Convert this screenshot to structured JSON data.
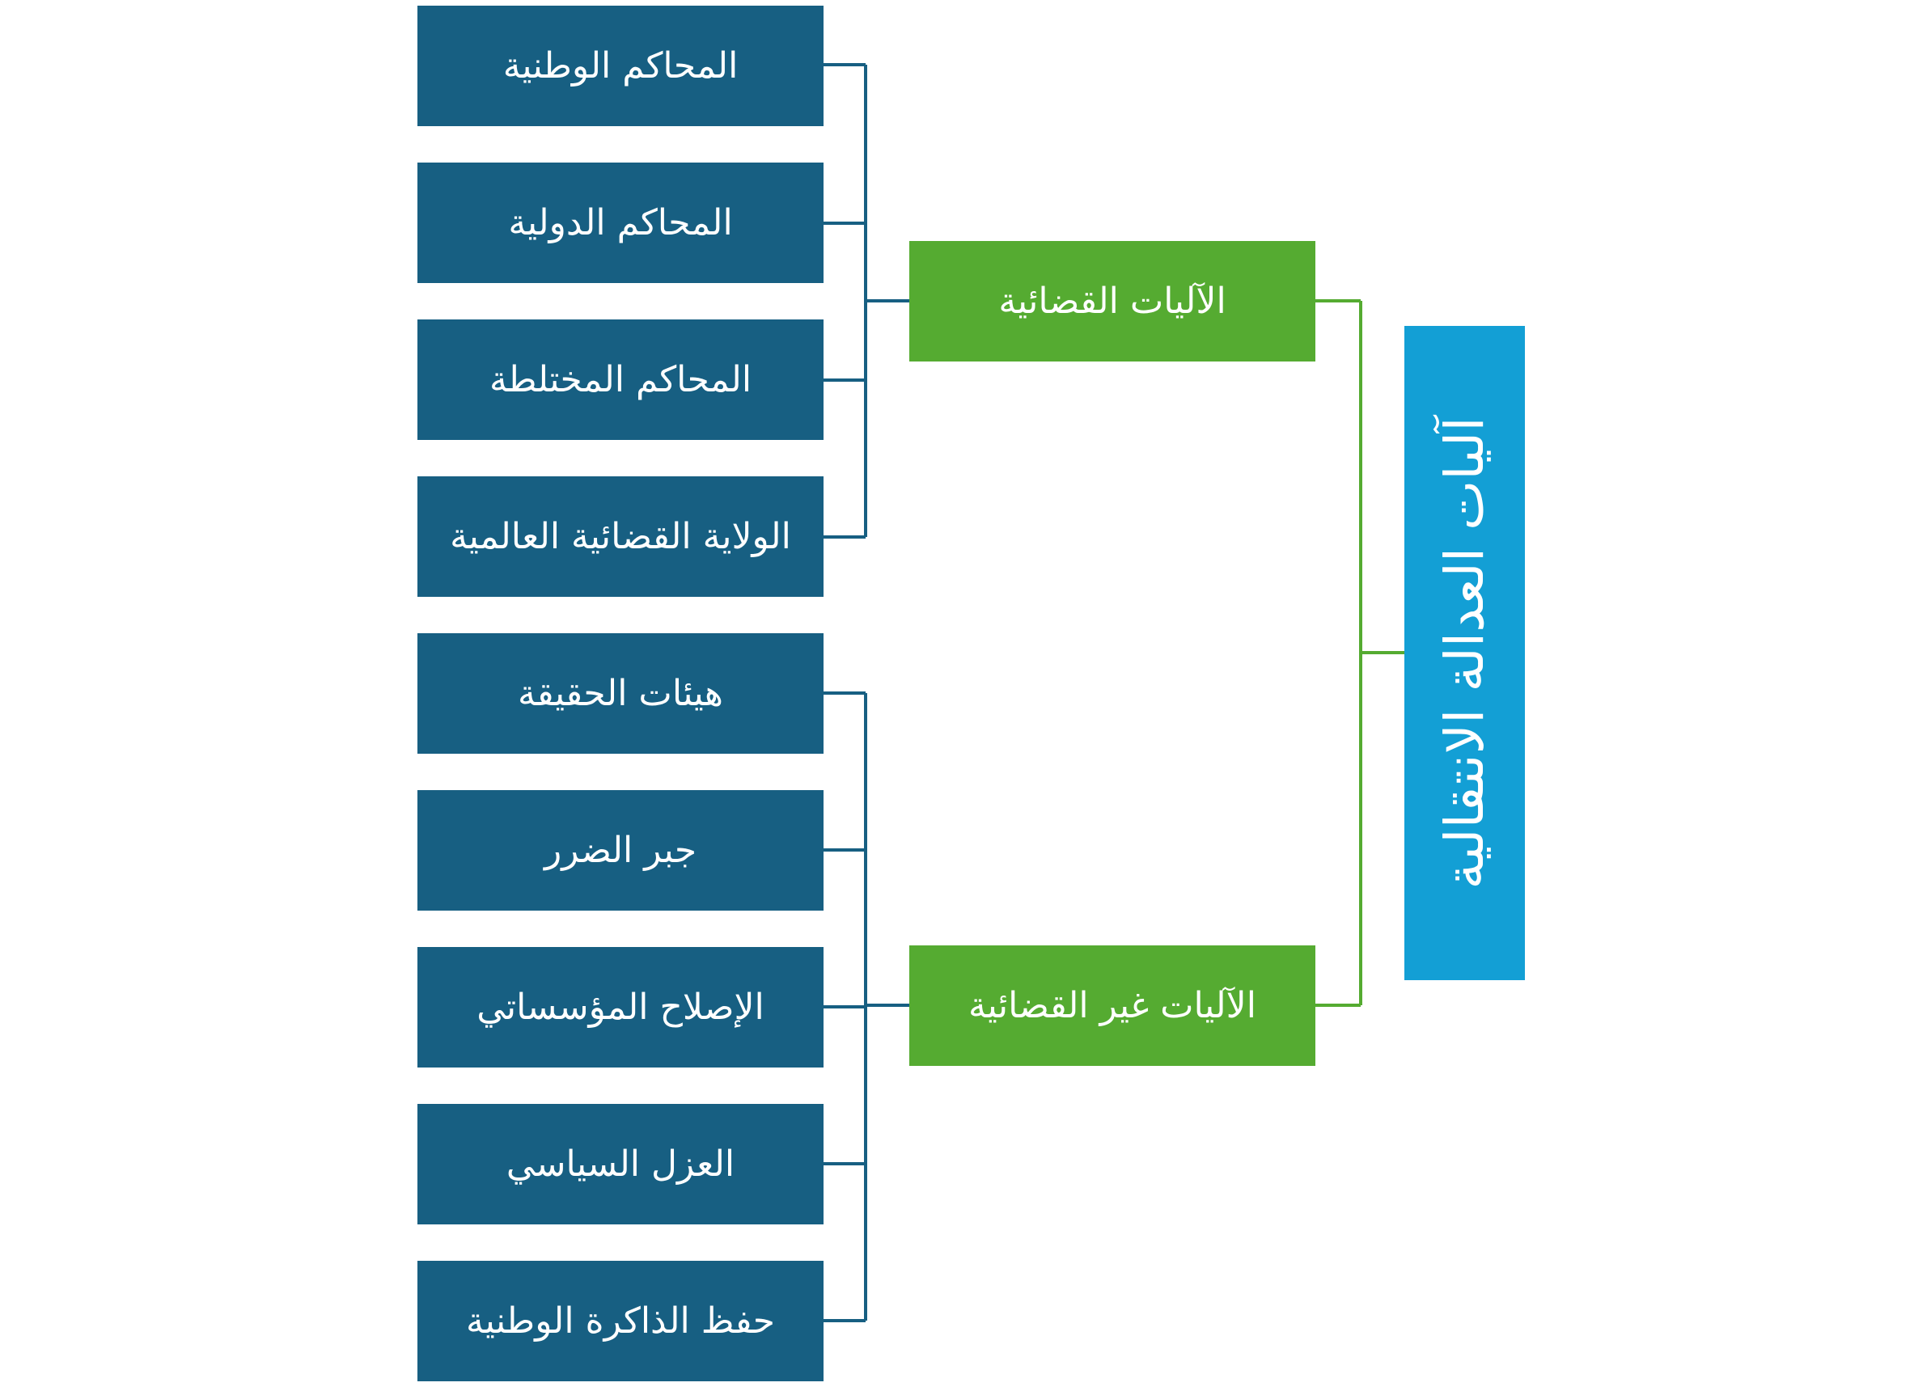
{
  "colors": {
    "leaf": "#175f82",
    "mid": "#55ab31",
    "root": "#139fd5",
    "leaf_line": "#175f82",
    "root_line": "#55ab31"
  },
  "root": {
    "label": "آليات العدالة الانتقالية"
  },
  "judicial": {
    "label": "الآليات القضائية",
    "items": [
      "المحاكم الوطنية",
      "المحاكم الدولية",
      "المحاكم المختلطة",
      "الولاية القضائية العالمية"
    ]
  },
  "non_judicial": {
    "label": "الآليات غير القضائية",
    "items": [
      "هيئات الحقيقة",
      "جبر الضرر",
      "الإصلاح المؤسساتي",
      "العزل السياسي",
      "حفظ الذاكرة الوطنية"
    ]
  }
}
